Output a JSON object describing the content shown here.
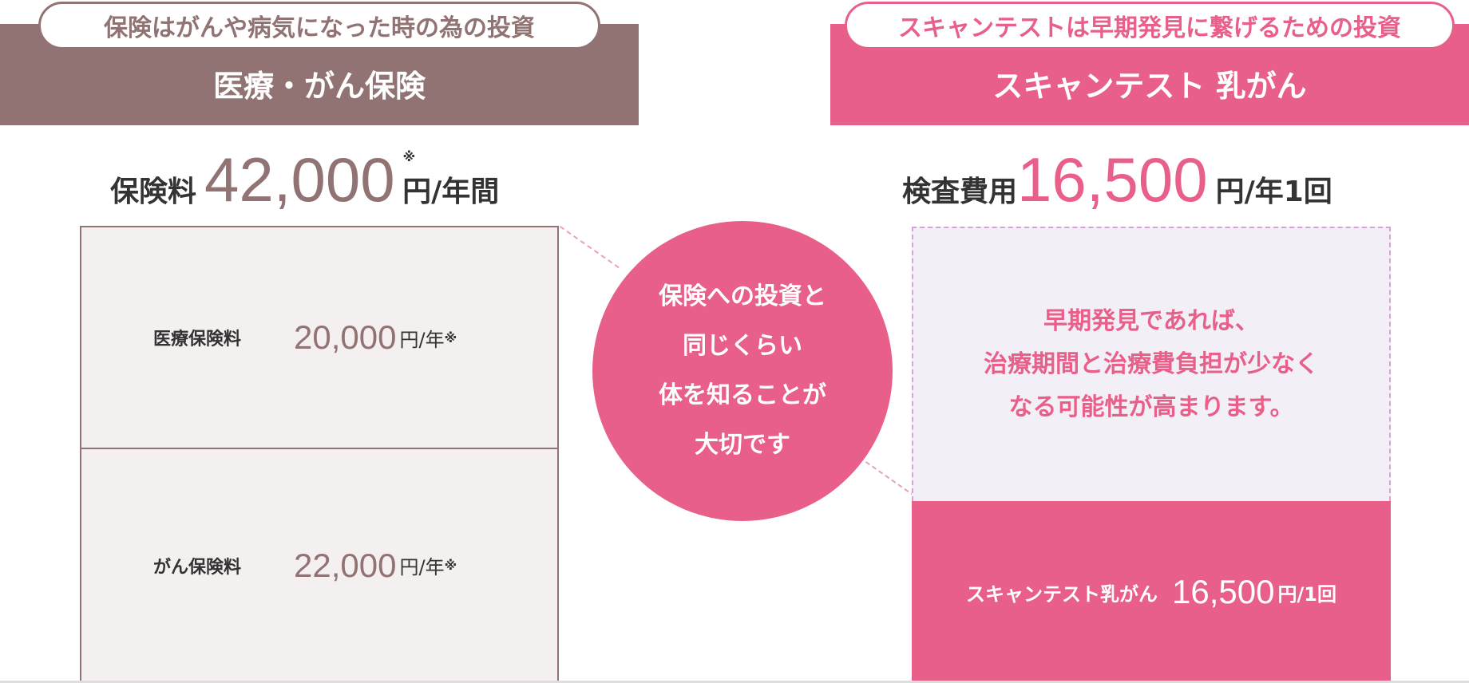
{
  "left": {
    "pill": "保険はがんや病気になった時の為の投資",
    "title": "医療・がん保険",
    "price_label": "保険料",
    "price": "42,000",
    "note": "※",
    "unit": "円/年間",
    "rows": [
      {
        "label": "医療保険料",
        "value": "20,000",
        "unit": "円/年",
        "note": "※"
      },
      {
        "label": "がん保険料",
        "value": "22,000",
        "unit": "円/年",
        "note": "※"
      }
    ]
  },
  "center": {
    "lines": [
      "保険への投資と",
      "同じくらい",
      "体を知ることが",
      "大切です"
    ]
  },
  "right": {
    "pill": "スキャンテストは早期発見に繋げるための投資",
    "title": "スキャンテスト 乳がん",
    "price_label": "検査費用",
    "price": "16,500",
    "unit": "円/年1回",
    "message": [
      "早期発見であれば、",
      "治療期間と治療費負担が少なく",
      "なる可能性が高まります。"
    ],
    "row": {
      "label": "スキャンテスト乳がん",
      "value": "16,500",
      "unit": "円/1回"
    }
  },
  "colors": {
    "brown": "#927373",
    "pink": "#e8608a"
  }
}
